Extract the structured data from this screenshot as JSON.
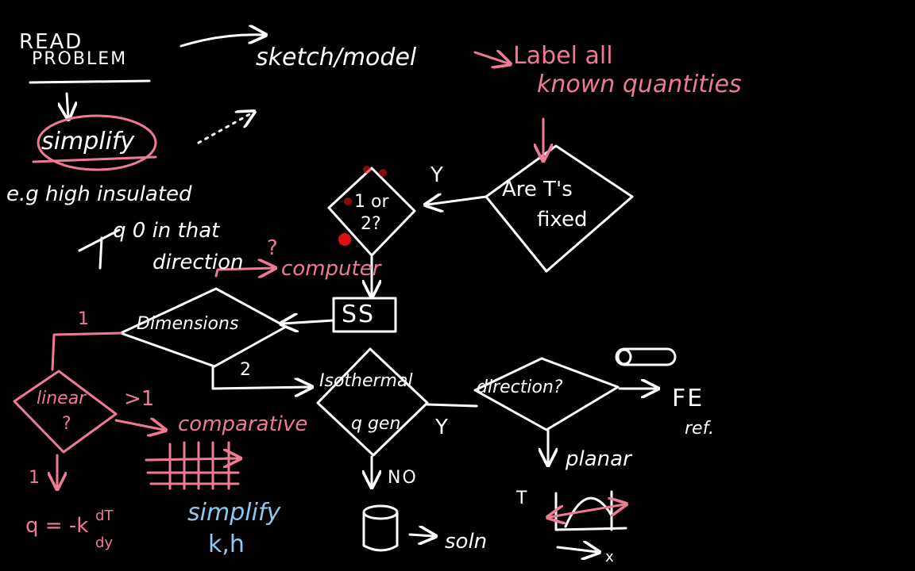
{
  "colors": {
    "background": "#000000",
    "chalk_white": "#ffffff",
    "pink": "#ee7a94",
    "light_blue": "#8ec8ee",
    "red_dot": "#e0101a"
  },
  "text": {
    "read": "READ",
    "problem": "PROBLEM",
    "sketch_model": "sketch/model",
    "label_line1": "Label all",
    "label_line2": "known quantities",
    "simplify_top": "simplify",
    "eg_line": "e.g high insulated",
    "q_zero": "q 0 in that",
    "direction": "direction",
    "question_mark": "?",
    "computer": "computer",
    "are_line1": "Are T's",
    "are_line2": "fixed",
    "y_upper": "Y",
    "one_or": "1 or",
    "two_q": "2?",
    "ss": "SS",
    "dimensions": "Dimensions",
    "one_label": "1",
    "two_label": "2",
    "isothermal": "Isothermal",
    "q_gen": "q gen",
    "y_lower": "Y",
    "no": "NO",
    "direction2": "direction?",
    "fe": "FE",
    "ref": "ref.",
    "planar": "planar",
    "t_axis": "T",
    "x_axis": "x",
    "soln": "soln",
    "linear": "linear",
    "linear_q": "?",
    "gt1": ">1",
    "comparative": "comparative",
    "one_down": "1",
    "fourier": "q = -k",
    "dt": "dT",
    "dy": "dy",
    "simplify_blue": "simplify",
    "k_h": "k,h"
  }
}
